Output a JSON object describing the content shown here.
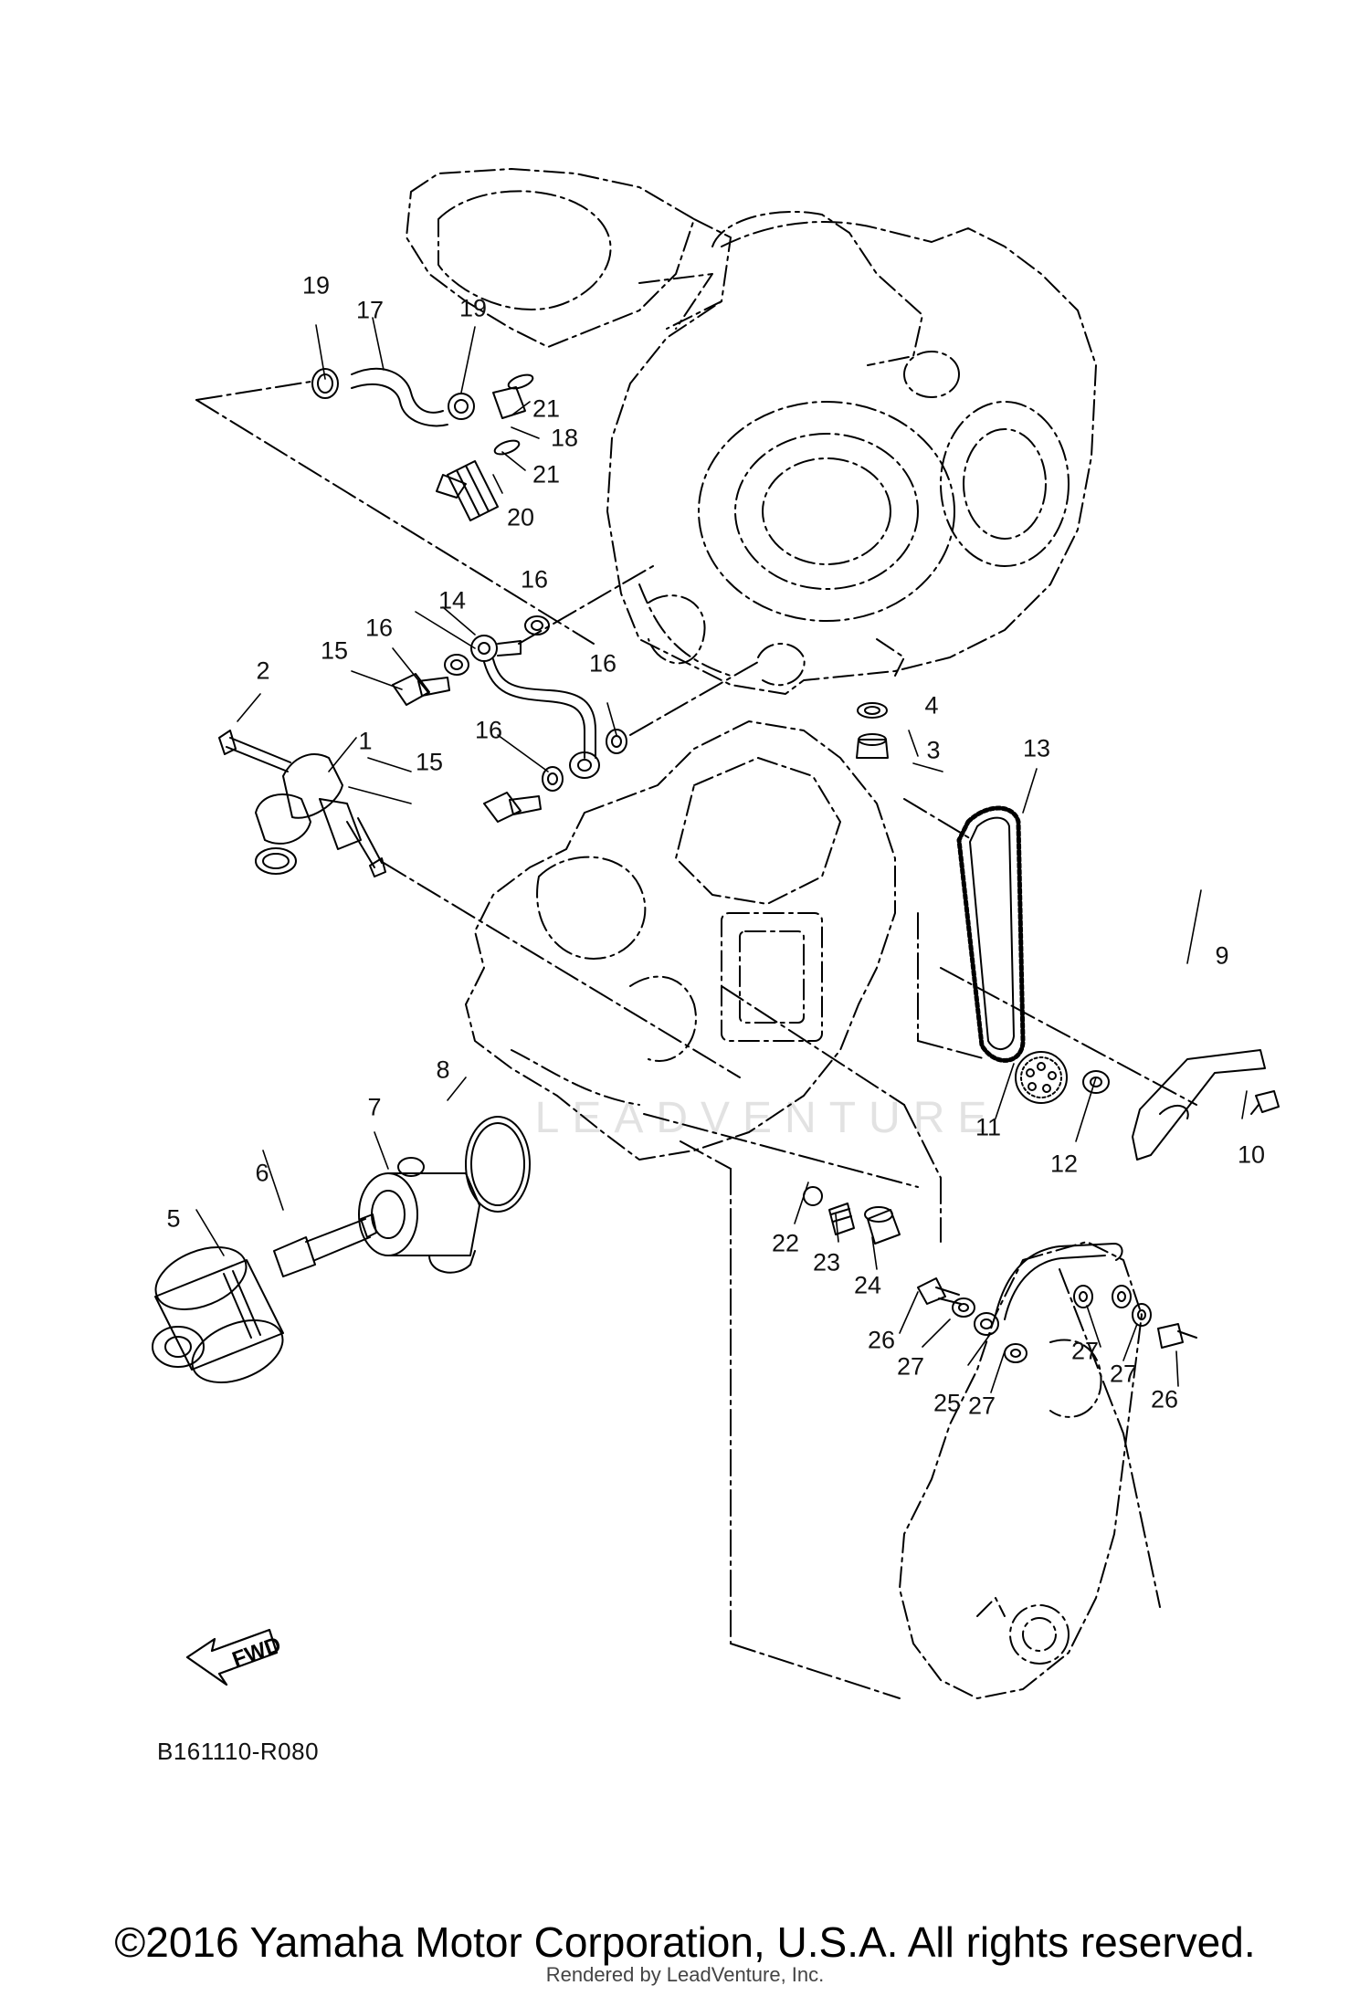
{
  "diagram": {
    "code": "B161110-R080",
    "fwd_label": "FWD",
    "copyright": "©2016 Yamaha Motor Corporation, U.S.A. All rights reserved.",
    "rendered_by": "Rendered by LeadVenture, Inc.",
    "watermark": "LEADVENTURE",
    "colors": {
      "line": "#000000",
      "background": "#ffffff",
      "watermark": "#dddddd"
    }
  },
  "callouts": [
    {
      "number": "1",
      "part": "oil-pump-assembly"
    },
    {
      "number": "2",
      "part": "bolt"
    },
    {
      "number": "3",
      "part": "plug"
    },
    {
      "number": "4",
      "part": "gasket"
    },
    {
      "number": "5",
      "part": "oil-filter-cartridge"
    },
    {
      "number": "6",
      "part": "union-bolt"
    },
    {
      "number": "7",
      "part": "oil-cooler"
    },
    {
      "number": "8",
      "part": "o-ring"
    },
    {
      "number": "9",
      "part": "chain-guide-plate"
    },
    {
      "number": "10",
      "part": "bolt"
    },
    {
      "number": "11",
      "part": "oil-pump-sprocket"
    },
    {
      "number": "12",
      "part": "nut"
    },
    {
      "number": "13",
      "part": "chain"
    },
    {
      "number": "14",
      "part": "oil-delivery-pipe"
    },
    {
      "number": "15",
      "part": "union-bolt"
    },
    {
      "number": "15",
      "part": "union-bolt"
    },
    {
      "number": "16",
      "part": "gasket"
    },
    {
      "number": "16",
      "part": "gasket"
    },
    {
      "number": "16",
      "part": "gasket"
    },
    {
      "number": "16",
      "part": "gasket"
    },
    {
      "number": "17",
      "part": "hose"
    },
    {
      "number": "18",
      "part": "collar"
    },
    {
      "number": "19",
      "part": "clamp"
    },
    {
      "number": "19",
      "part": "clamp"
    },
    {
      "number": "20",
      "part": "union-bolt"
    },
    {
      "number": "21",
      "part": "o-ring"
    },
    {
      "number": "21",
      "part": "o-ring"
    },
    {
      "number": "22",
      "part": "ball"
    },
    {
      "number": "23",
      "part": "spring"
    },
    {
      "number": "24",
      "part": "plug"
    },
    {
      "number": "25",
      "part": "oil-pipe"
    },
    {
      "number": "26",
      "part": "union-bolt"
    },
    {
      "number": "26",
      "part": "union-bolt"
    },
    {
      "number": "27",
      "part": "gasket"
    },
    {
      "number": "27",
      "part": "gasket"
    },
    {
      "number": "27",
      "part": "gasket"
    },
    {
      "number": "27",
      "part": "gasket"
    }
  ]
}
